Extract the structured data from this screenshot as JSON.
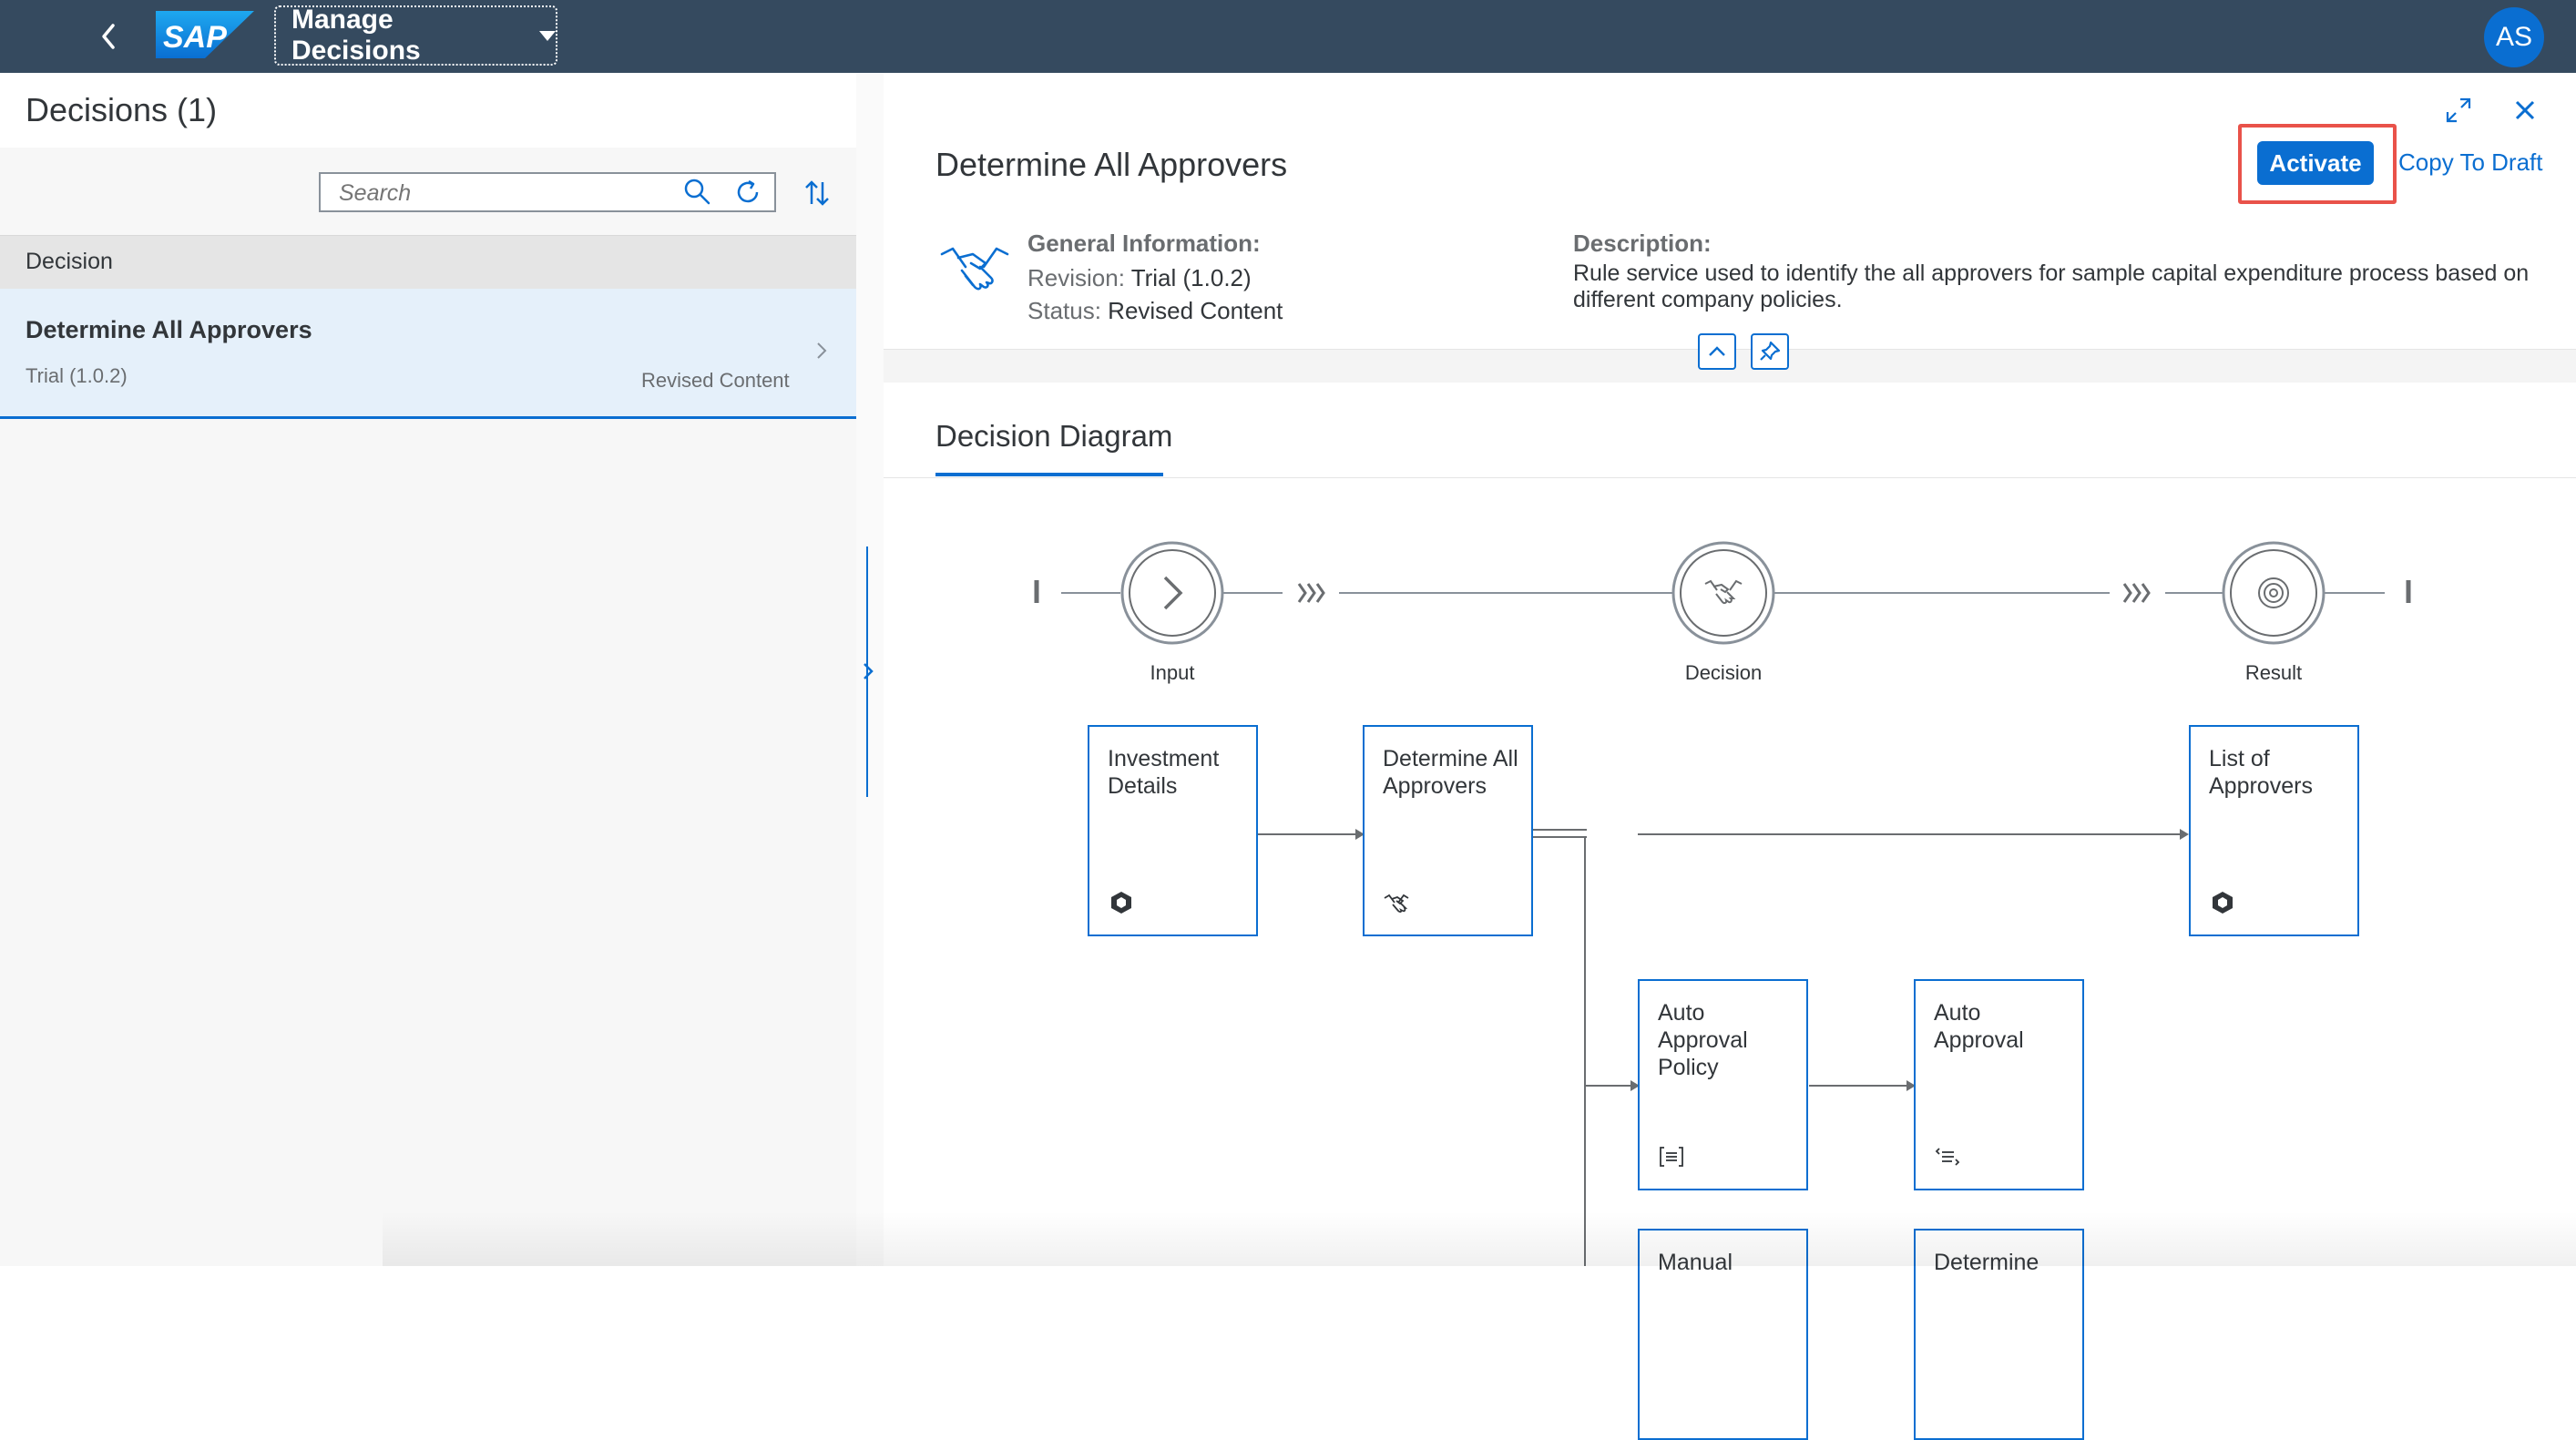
{
  "shell": {
    "app_title": "Manage Decisions",
    "user_initials": "AS",
    "logo_text": "SAP"
  },
  "master": {
    "title": "Decisions (1)",
    "search_placeholder": "Search",
    "column_header": "Decision",
    "items": [
      {
        "title": "Determine All Approvers",
        "version": "Trial (1.0.2)",
        "status": "Revised Content"
      }
    ]
  },
  "detail": {
    "title": "Determine All Approvers",
    "activate_label": "Activate",
    "copy_draft_label": "Copy To Draft",
    "general_info_label": "General Information:",
    "revision_label": "Revision:",
    "revision_value": "Trial (1.0.2)",
    "status_label": "Status:",
    "status_value": "Revised Content",
    "description_label": "Description:",
    "description_text": "Rule service used to identify the all approvers for sample capital expenditure process based on different company policies.",
    "tab_label": "Decision Diagram"
  },
  "diagram": {
    "stages": [
      {
        "label": "Input"
      },
      {
        "label": "Decision"
      },
      {
        "label": "Result"
      }
    ],
    "boxes": [
      {
        "title": "Investment Details",
        "icon": "data-object-icon"
      },
      {
        "title": "Determine All Approvers",
        "icon": "handshake-icon"
      },
      {
        "title": "List of Approvers",
        "icon": "data-object-icon"
      },
      {
        "title": "Auto Approval Policy",
        "icon": "ruleset-icon"
      },
      {
        "title": "Auto Approval",
        "icon": "decision-table-icon"
      },
      {
        "title": "Manual",
        "icon": ""
      },
      {
        "title": "Determine",
        "icon": ""
      }
    ]
  },
  "colors": {
    "shell": "#354a5f",
    "accent": "#0a6ed1",
    "highlight": "#e9524a"
  }
}
